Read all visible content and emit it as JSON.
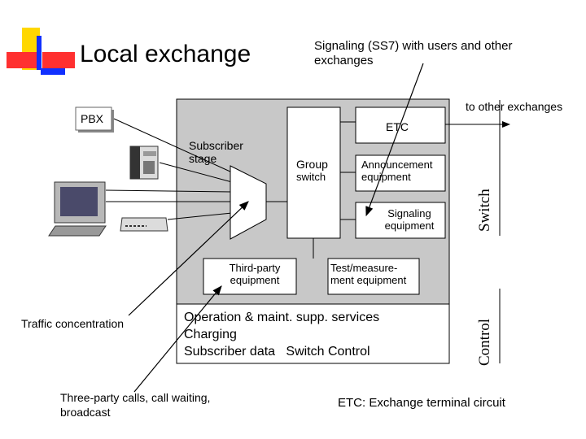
{
  "title": "Local exchange",
  "signaling_note": "Signaling (SS7) with users and other exchanges",
  "to_other_exchanges": "to other exchanges",
  "pbx": "PBX",
  "subscriber_stage": "Subscriber stage",
  "etc": "ETC",
  "group_switch_line1": "Group",
  "group_switch_line2": "switch",
  "announcement_equipment": "Announcement equipment",
  "signaling_equipment": "Signaling equipment",
  "third_party_equipment": "Third-party equipment",
  "test_measurement_equipment": "Test/measure-ment equipment",
  "ops_line1": "Operation & maint. supp. services",
  "ops_line2": "Charging",
  "ops_line3": "Subscriber data   Switch Control",
  "switch_label": "Switch",
  "control_label": "Control",
  "traffic_concentration": "Traffic concentration",
  "three_party_note": "Three-party calls, call waiting, broadcast",
  "etc_definition": "ETC: Exchange terminal circuit",
  "colors": {
    "switch_area": "#c8c8c8",
    "box_border": "#000080",
    "logo_yellow": "#ffd700",
    "logo_red": "#ff3030",
    "logo_blue": "#1030ff"
  }
}
